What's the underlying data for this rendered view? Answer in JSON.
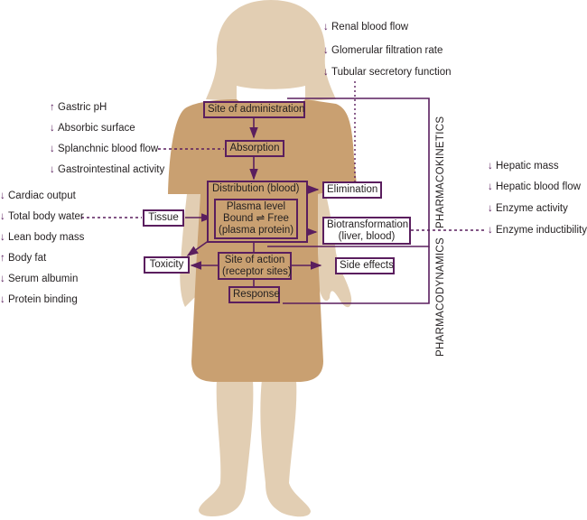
{
  "colors": {
    "skin": "#e2ceb3",
    "dress": "#c9a071",
    "line": "#5a1e5e",
    "text": "#231f20"
  },
  "renal_factors": [
    {
      "dir": "↓",
      "text": "Renal blood flow"
    },
    {
      "dir": "↓",
      "text": "Glomerular filtration rate"
    },
    {
      "dir": "↓",
      "text": "Tubular secretory function"
    }
  ],
  "gi_factors": [
    {
      "dir": "↑",
      "text": "Gastric pH"
    },
    {
      "dir": "↓",
      "text": "Absorbic surface"
    },
    {
      "dir": "↓",
      "text": "Splanchnic blood flow"
    },
    {
      "dir": "↓",
      "text": "Gastrointestinal activity"
    }
  ],
  "distribution_factors": [
    {
      "dir": "↓",
      "text": "Cardiac output"
    },
    {
      "dir": "↓",
      "text": "Total body water"
    },
    {
      "dir": "↓",
      "text": "Lean body mass"
    },
    {
      "dir": "↑",
      "text": "Body fat"
    },
    {
      "dir": "↓",
      "text": "Serum albumin"
    },
    {
      "dir": "↓",
      "text": "Protein binding"
    }
  ],
  "hepatic_factors": [
    {
      "dir": "↓",
      "text": "Hepatic mass"
    },
    {
      "dir": "↓",
      "text": "Hepatic blood flow"
    },
    {
      "dir": "↓",
      "text": "Enzyme activity"
    },
    {
      "dir": "↓",
      "text": "Enzyme inductibility"
    }
  ],
  "boxes": {
    "site_admin": "Site of administration",
    "absorption": "Absorption",
    "distribution": "Distribution (blood)",
    "elimination": "Elimination",
    "tissue": "Tissue",
    "plasma_1": "Plasma level",
    "plasma_2": "Bound ⇌ Free",
    "plasma_3": "(plasma protein)",
    "biotrans_1": "Biotransformation",
    "biotrans_2": "(liver, blood)",
    "toxicity": "Toxicity",
    "site_action_1": "Site of action",
    "site_action_2": "(receptor sites)",
    "side_effects": "Side effects",
    "response": "Response"
  },
  "brackets": {
    "pharmacokinetics": "PHARMACOKINETICS",
    "pharmacodynamics": "PHARMACODYNAMICS"
  }
}
